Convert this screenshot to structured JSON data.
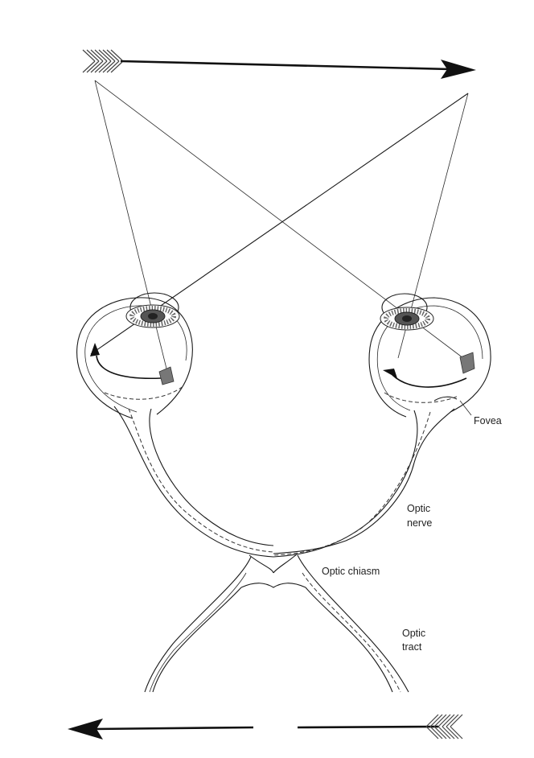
{
  "labels": {
    "fovea": "Fovea",
    "optic_nerve_1": "Optic",
    "optic_nerve_2": "nerve",
    "optic_chiasm": "Optic chiasm",
    "optic_tract_1": "Optic",
    "optic_tract_2": "tract"
  }
}
